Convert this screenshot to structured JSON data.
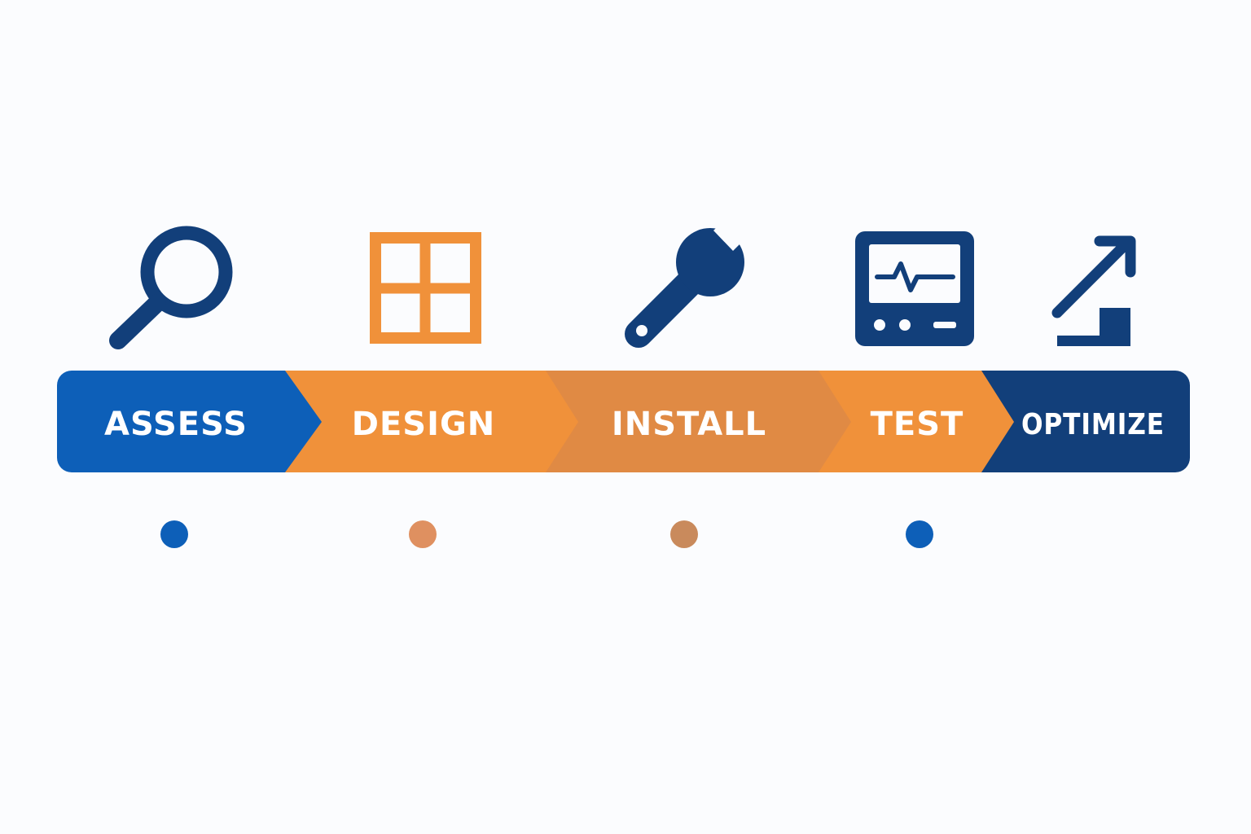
{
  "colors": {
    "blue": "#0d5fb8",
    "navy": "#123f7a",
    "orange": "#f0913a",
    "orange_dark": "#e08a44",
    "connector_mid": "#c98a5c",
    "white": "#ffffff"
  },
  "steps": [
    {
      "label": "ASSESS",
      "icon": "magnifier-icon",
      "color": "#0d5fb8"
    },
    {
      "label": "DESIGN",
      "icon": "grid-icon",
      "color": "#f0913a"
    },
    {
      "label": "INSTALL",
      "icon": "wrench-icon",
      "color": "#e08a44"
    },
    {
      "label": "TEST",
      "icon": "monitor-icon",
      "color": "#f0913a"
    },
    {
      "label": "OPTIMIZE",
      "icon": "growth-arrow-icon",
      "color": "#123f7a"
    }
  ],
  "connector": {
    "dot_count": 4
  }
}
